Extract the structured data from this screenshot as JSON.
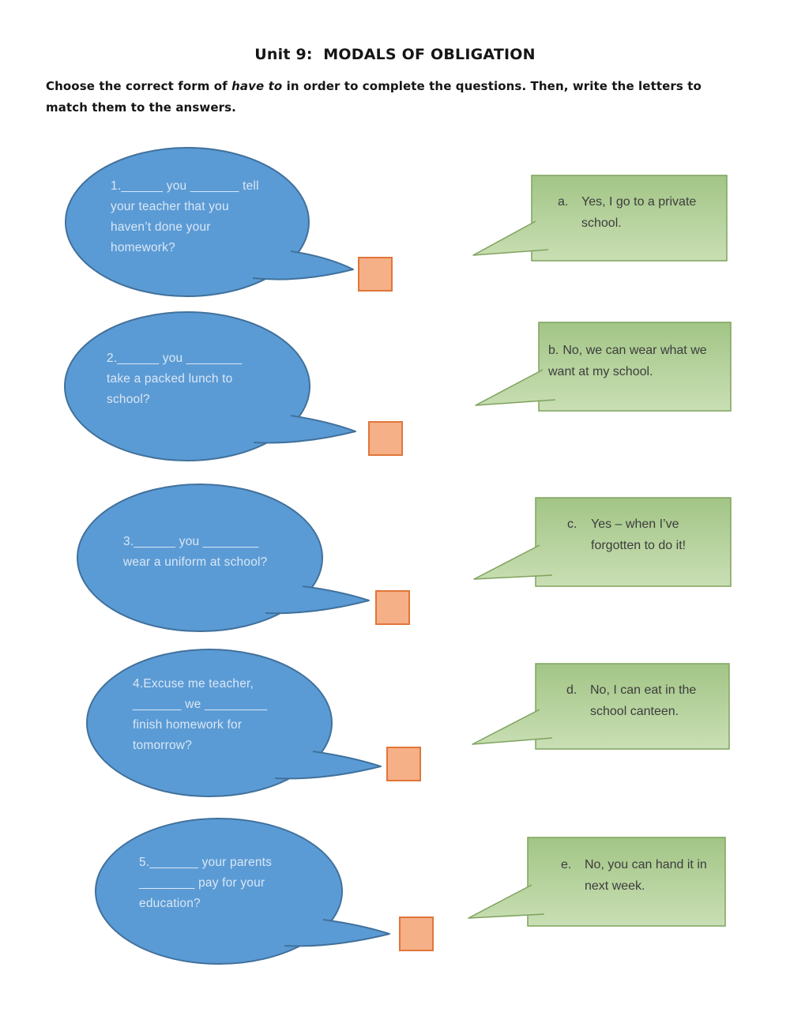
{
  "page": {
    "title": "Unit 9:  MODALS OF OBLIGATION",
    "instructions": {
      "part1": "Choose the correct form of ",
      "italic": "have to",
      "part2": " in order to complete the questions. Then, write the letters to",
      "line2": "match them to the answers."
    }
  },
  "colors": {
    "question_bubble_fill": "#5b9bd5",
    "question_bubble_border": "#41719c",
    "question_text": "#d9e7f6",
    "answer_fill_top": "#a2c586",
    "answer_fill_bottom": "#cbe0b6",
    "answer_border": "#7fa35f",
    "answer_text": "#3d3d3d",
    "input_box_fill": "#f5b087",
    "input_box_border": "#e0763b"
  },
  "questions": [
    {
      "id": "1",
      "lines": [
        "1.______ you _______ tell",
        "your teacher that you",
        "haven’t done your",
        "homework?"
      ]
    },
    {
      "id": "2",
      "lines": [
        "2.______ you ________",
        "take a packed lunch to",
        "school?"
      ]
    },
    {
      "id": "3",
      "lines": [
        "3.______ you ________",
        "wear a uniform at school?"
      ]
    },
    {
      "id": "4",
      "lines": [
        "4.Excuse me teacher,",
        "_______ we _________",
        "finish homework for",
        "tomorrow?"
      ]
    },
    {
      "id": "5",
      "lines": [
        "5._______ your parents",
        "________ pay for your",
        "education?"
      ]
    }
  ],
  "answers": [
    {
      "label": "a.",
      "lines": [
        "Yes, I go to a private",
        "school."
      ]
    },
    {
      "label": "b.",
      "lines": [
        "No, we can wear what we",
        "want at my school."
      ]
    },
    {
      "label": "c.",
      "lines": [
        "Yes – when I’ve",
        "forgotten to do it!"
      ]
    },
    {
      "label": "d.",
      "lines": [
        "No, I can eat in the",
        "school canteen."
      ]
    },
    {
      "label": "e.",
      "lines": [
        "No, you can hand it in",
        "next week."
      ]
    }
  ],
  "answer_boxes": [
    "",
    "",
    "",
    "",
    ""
  ]
}
